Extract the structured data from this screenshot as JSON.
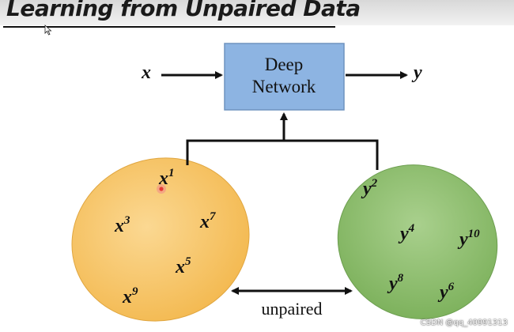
{
  "slide": {
    "title": "Learning from Unpaired Data"
  },
  "network": {
    "label_line1": "Deep",
    "label_line2": "Network",
    "input_label": "x",
    "output_label": "y",
    "box_color": "#8db4e2"
  },
  "domain_x": {
    "color": "#f6c26a",
    "samples": [
      {
        "base": "x",
        "sup": "1"
      },
      {
        "base": "x",
        "sup": "3"
      },
      {
        "base": "x",
        "sup": "7"
      },
      {
        "base": "x",
        "sup": "5"
      },
      {
        "base": "x",
        "sup": "9"
      }
    ]
  },
  "domain_y": {
    "color": "#8cbf6e",
    "samples": [
      {
        "base": "y",
        "sup": "2"
      },
      {
        "base": "y",
        "sup": "4"
      },
      {
        "base": "y",
        "sup": "10"
      },
      {
        "base": "y",
        "sup": "8"
      },
      {
        "base": "y",
        "sup": "6"
      }
    ]
  },
  "relation": {
    "label": "unpaired"
  },
  "watermark": "CSDN @qq_40991313",
  "pointer": {
    "color": "#e53935"
  }
}
